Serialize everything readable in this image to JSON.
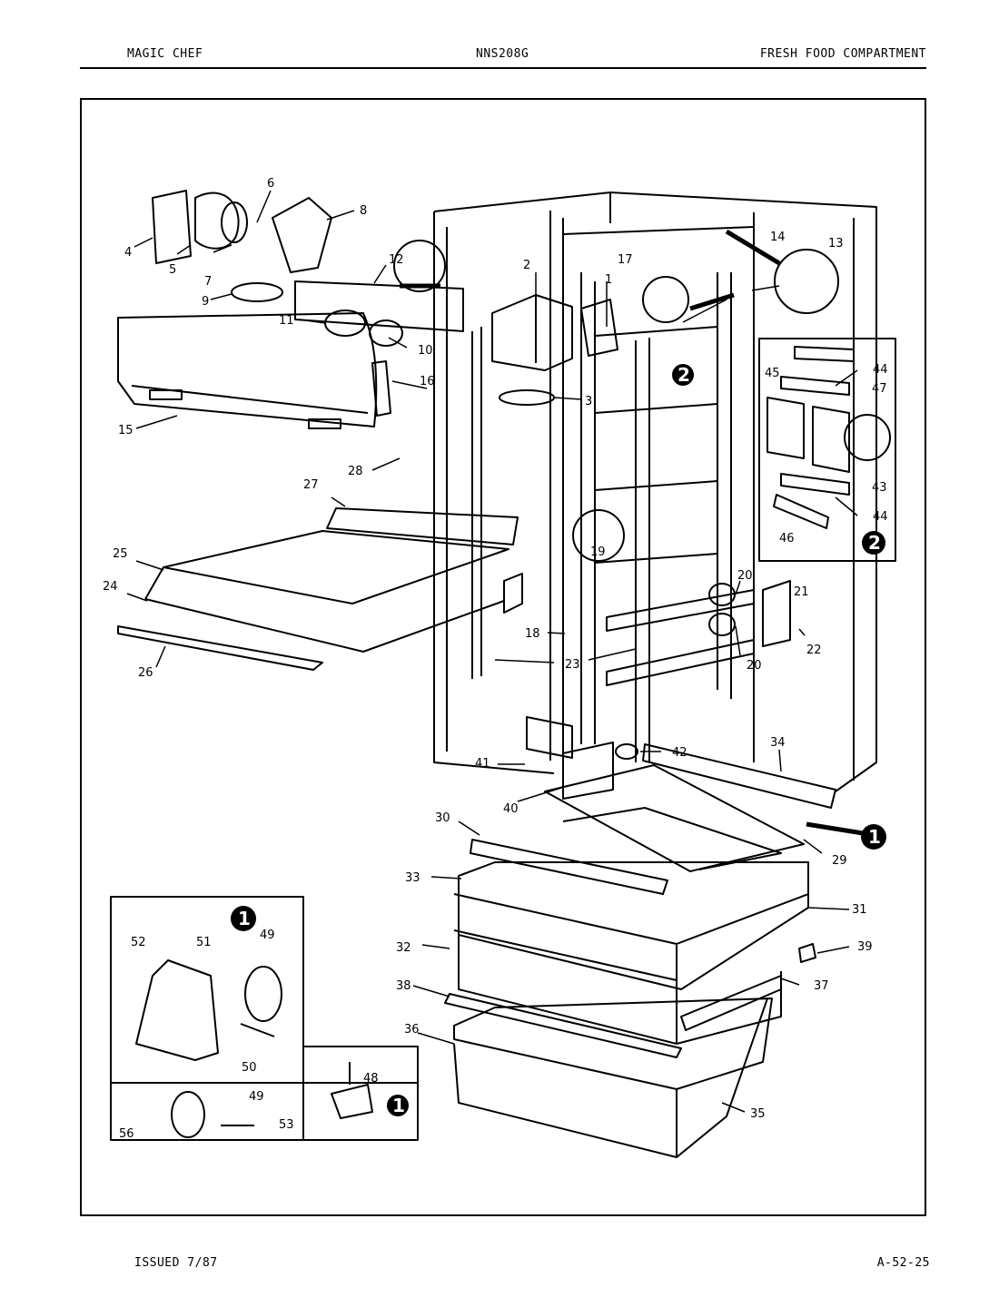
{
  "header": {
    "brand": "MAGIC CHEF",
    "model": "NNS208G",
    "section": "FRESH FOOD COMPARTMENT"
  },
  "footer": {
    "issued": "ISSUED 7/87",
    "page_code": "A-52-25"
  },
  "callouts": {
    "c1": "1",
    "c2": "2"
  },
  "part_labels": {
    "p1": "1",
    "p2": "2",
    "p3": "3",
    "p4": "4",
    "p5": "5",
    "p6": "6",
    "p7": "7",
    "p8": "8",
    "p9": "9",
    "p10": "10",
    "p11": "11",
    "p12": "12",
    "p13": "13",
    "p14": "14",
    "p15": "15",
    "p16": "16",
    "p17": "17",
    "p18": "18",
    "p19": "19",
    "p20a": "20",
    "p20b": "20",
    "p21": "21",
    "p22": "22",
    "p23": "23",
    "p24": "24",
    "p25": "25",
    "p26": "26",
    "p27": "27",
    "p28": "28",
    "p29": "29",
    "p30": "30",
    "p31": "31",
    "p32": "32",
    "p33": "33",
    "p34": "34",
    "p35": "35",
    "p36": "36",
    "p37": "37",
    "p38": "38",
    "p39": "39",
    "p40": "40",
    "p41": "41",
    "p42": "42",
    "p43": "43",
    "p44a": "44",
    "p44b": "44",
    "p45": "45",
    "p46": "46",
    "p47": "47",
    "p48": "48",
    "p49a": "49",
    "p49b": "49",
    "p50": "50",
    "p51": "51",
    "p52": "52",
    "p53": "53",
    "p56": "56"
  }
}
